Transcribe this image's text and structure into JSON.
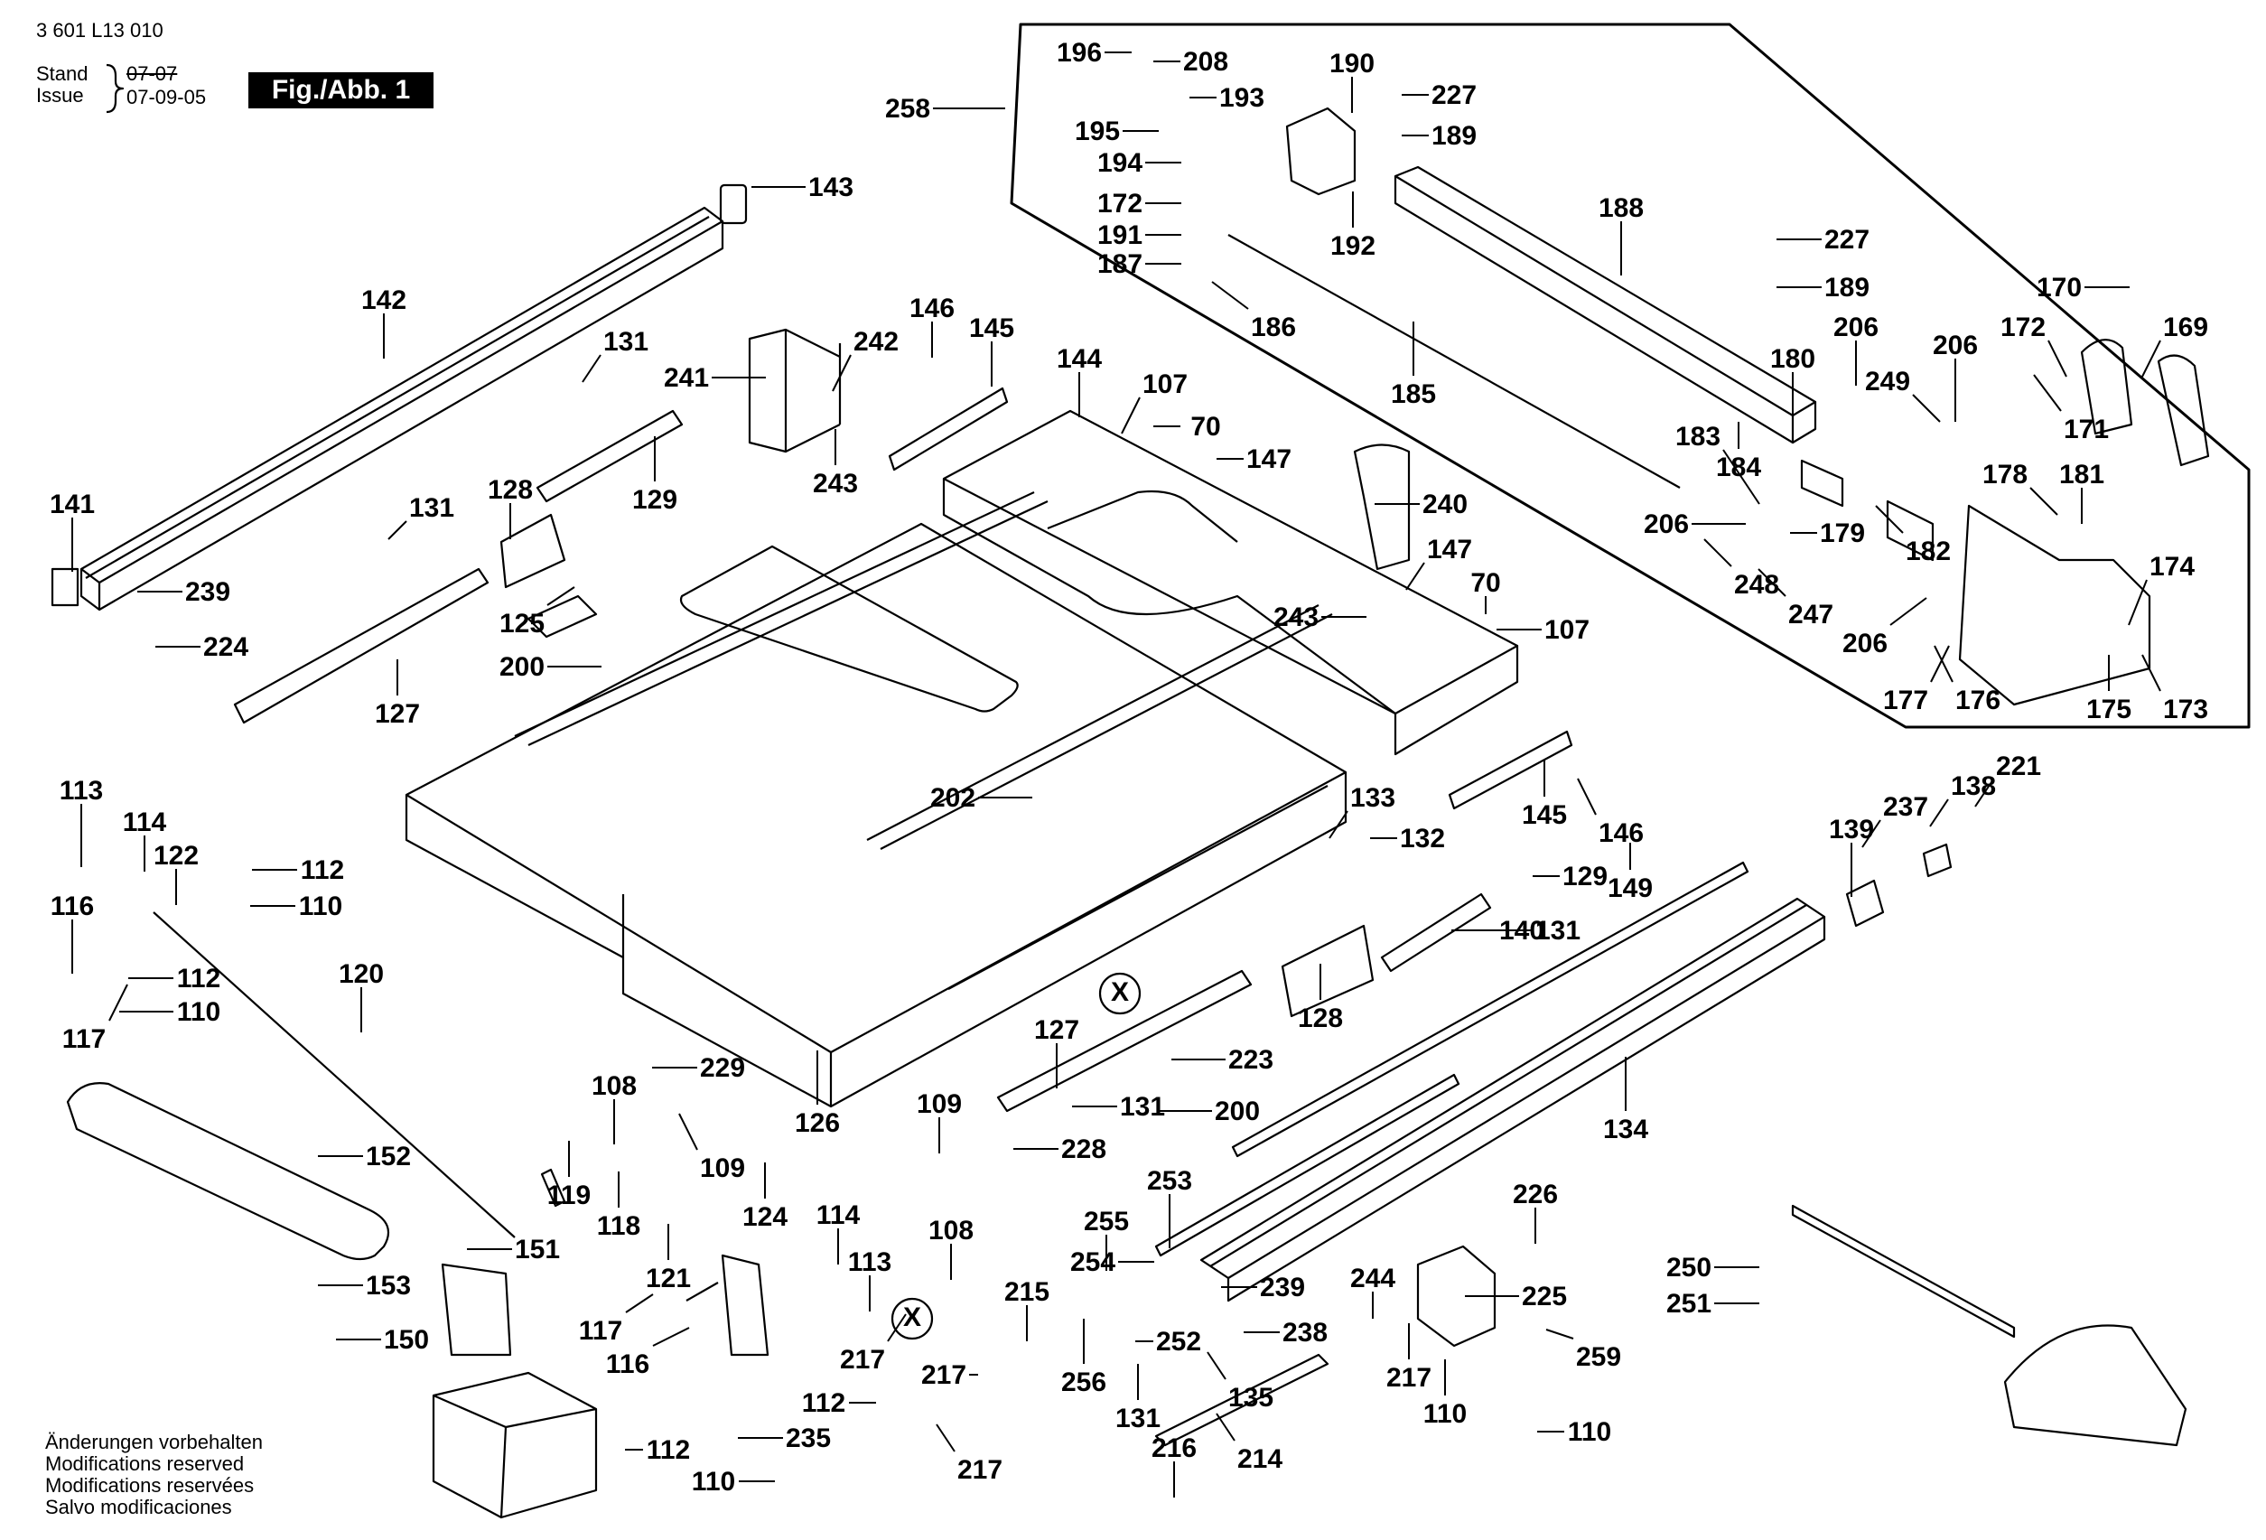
{
  "header": {
    "doc_number": "3 601 L13 010",
    "stand_label": "Stand",
    "issue_label": "Issue",
    "date_old": "07-07",
    "date_new": "07-09-05",
    "figure_label": "Fig./Abb. 1"
  },
  "notes": [
    "Änderungen vorbehalten",
    "Modifications reserved",
    "Modifications reservées",
    "Salvo modificaciones"
  ],
  "callouts": [
    {
      "label": "258"
    },
    {
      "label": "196"
    },
    {
      "label": "208"
    },
    {
      "label": "190"
    },
    {
      "label": "227"
    },
    {
      "label": "193"
    },
    {
      "label": "195"
    },
    {
      "label": "189"
    },
    {
      "label": "194"
    },
    {
      "label": "172"
    },
    {
      "label": "191"
    },
    {
      "label": "187"
    },
    {
      "label": "192"
    },
    {
      "label": "188"
    },
    {
      "label": "227"
    },
    {
      "label": "189"
    },
    {
      "label": "186"
    },
    {
      "label": "170"
    },
    {
      "label": "206"
    },
    {
      "label": "172"
    },
    {
      "label": "169"
    },
    {
      "label": "206"
    },
    {
      "label": "249"
    },
    {
      "label": "180"
    },
    {
      "label": "185"
    },
    {
      "label": "171"
    },
    {
      "label": "183"
    },
    {
      "label": "184"
    },
    {
      "label": "178"
    },
    {
      "label": "181"
    },
    {
      "label": "206"
    },
    {
      "label": "179"
    },
    {
      "label": "182"
    },
    {
      "label": "248"
    },
    {
      "label": "247"
    },
    {
      "label": "174"
    },
    {
      "label": "206"
    },
    {
      "label": "177"
    },
    {
      "label": "176"
    },
    {
      "label": "175"
    },
    {
      "label": "173"
    },
    {
      "label": "143"
    },
    {
      "label": "142"
    },
    {
      "label": "146"
    },
    {
      "label": "145"
    },
    {
      "label": "131"
    },
    {
      "label": "241"
    },
    {
      "label": "242"
    },
    {
      "label": "144"
    },
    {
      "label": "107"
    },
    {
      "label": "70"
    },
    {
      "label": "147"
    },
    {
      "label": "243"
    },
    {
      "label": "240"
    },
    {
      "label": "141"
    },
    {
      "label": "128"
    },
    {
      "label": "129"
    },
    {
      "label": "131"
    },
    {
      "label": "147"
    },
    {
      "label": "70"
    },
    {
      "label": "239"
    },
    {
      "label": "243"
    },
    {
      "label": "107"
    },
    {
      "label": "125"
    },
    {
      "label": "224"
    },
    {
      "label": "200"
    },
    {
      "label": "127"
    },
    {
      "label": "202"
    },
    {
      "label": "133"
    },
    {
      "label": "221"
    },
    {
      "label": "132"
    },
    {
      "label": "138"
    },
    {
      "label": "145"
    },
    {
      "label": "146"
    },
    {
      "label": "113"
    },
    {
      "label": "237"
    },
    {
      "label": "114"
    },
    {
      "label": "122"
    },
    {
      "label": "112"
    },
    {
      "label": "139"
    },
    {
      "label": "129"
    },
    {
      "label": "149"
    },
    {
      "label": "110"
    },
    {
      "label": "140"
    },
    {
      "label": "116"
    },
    {
      "label": "131"
    },
    {
      "label": "112"
    },
    {
      "label": "120"
    },
    {
      "label": "110"
    },
    {
      "label": "128"
    },
    {
      "label": "117"
    },
    {
      "label": "127"
    },
    {
      "label": "223"
    },
    {
      "label": "229"
    },
    {
      "label": "108"
    },
    {
      "label": "131"
    },
    {
      "label": "109"
    },
    {
      "label": "200"
    },
    {
      "label": "126"
    },
    {
      "label": "134"
    },
    {
      "label": "109"
    },
    {
      "label": "228"
    },
    {
      "label": "152"
    },
    {
      "label": "253"
    },
    {
      "label": "124"
    },
    {
      "label": "226"
    },
    {
      "label": "119"
    },
    {
      "label": "255"
    },
    {
      "label": "118"
    },
    {
      "label": "114"
    },
    {
      "label": "108"
    },
    {
      "label": "151"
    },
    {
      "label": "113"
    },
    {
      "label": "254"
    },
    {
      "label": "121"
    },
    {
      "label": "215"
    },
    {
      "label": "244"
    },
    {
      "label": "153"
    },
    {
      "label": "239"
    },
    {
      "label": "225"
    },
    {
      "label": "250"
    },
    {
      "label": "117"
    },
    {
      "label": "252"
    },
    {
      "label": "238"
    },
    {
      "label": "251"
    },
    {
      "label": "116"
    },
    {
      "label": "217"
    },
    {
      "label": "150"
    },
    {
      "label": "135"
    },
    {
      "label": "217"
    },
    {
      "label": "259"
    },
    {
      "label": "256"
    },
    {
      "label": "112"
    },
    {
      "label": "131"
    },
    {
      "label": "110"
    },
    {
      "label": "217"
    },
    {
      "label": "235"
    },
    {
      "label": "112"
    },
    {
      "label": "216"
    },
    {
      "label": "214"
    },
    {
      "label": "110"
    },
    {
      "label": "217"
    },
    {
      "label": "110"
    }
  ],
  "markers": [
    {
      "label": "X"
    },
    {
      "label": "X"
    }
  ]
}
